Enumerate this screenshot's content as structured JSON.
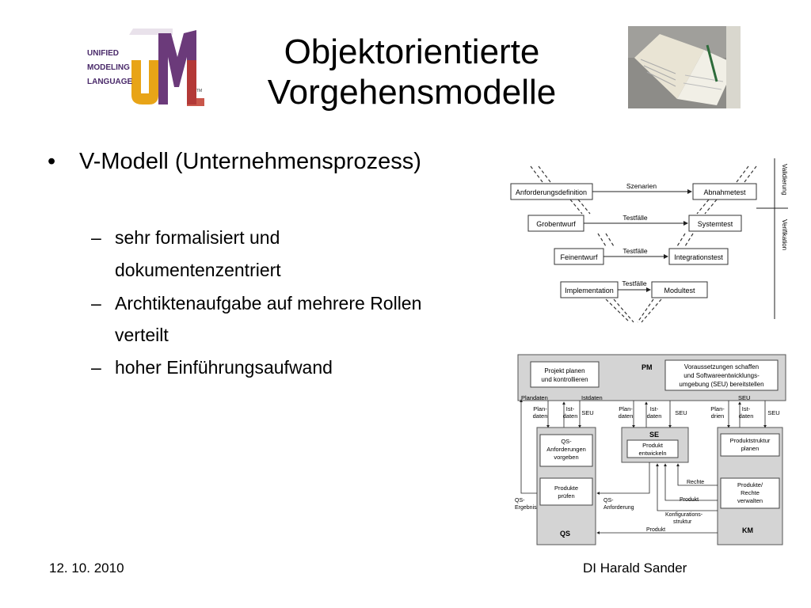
{
  "slide": {
    "title_line1": "Objektorientierte",
    "title_line2": "Vorgehensmodelle"
  },
  "logo": {
    "text_line1": "UNIFIED",
    "text_line2": "MODELING",
    "text_line3": "LANGUAGE",
    "letters": "UML",
    "tm": "TM"
  },
  "content": {
    "bullet_symbol": "•",
    "bullet": "V-Modell (Unternehmensprozess)",
    "dash_symbol": "–",
    "items": [
      {
        "line1": "sehr formalisiert und",
        "line2": "dokumentenzentriert"
      },
      {
        "line1": "Archtiktenaufgabe auf mehrere Rollen",
        "line2": "verteilt"
      },
      {
        "line1": "hoher Einführungsaufwand",
        "line2": ""
      }
    ]
  },
  "vmodel": {
    "left": [
      "Anforderungsdefinition",
      "Grobentwurf",
      "Feinentwurf",
      "Implementation"
    ],
    "right": [
      "Abnahmetest",
      "Systemtest",
      "Integrationstest",
      "Modultest"
    ],
    "arrows": [
      "Szenarien",
      "Testfälle",
      "Testfälle",
      "Testfälle"
    ],
    "side_top": "Validierung",
    "side_bottom": "Verifikation"
  },
  "process": {
    "pm_label": "PM",
    "pm_box1": [
      "Projekt planen",
      "und kontrollieren"
    ],
    "pm_box2": [
      "Voraussetzungen schaffen",
      "und Softwareentwicklungs-",
      "umgebung (SEU) bereitstellen"
    ],
    "bar_labels": [
      "Plandaten",
      "Istdaten",
      "SEU"
    ],
    "col_labels": {
      "plan": [
        "Plan-",
        "daten"
      ],
      "ist": [
        "Ist-",
        "daten"
      ],
      "seu": "SEU",
      "plan2": [
        "Plan-",
        "drien"
      ]
    },
    "qs_label": "QS",
    "qs_box1": [
      "QS-",
      "Anforderungen",
      "vorgeben"
    ],
    "qs_box2": [
      "Produkte",
      "prüfen"
    ],
    "se_label": "SE",
    "se_box": [
      "Produkt",
      "entwickeln"
    ],
    "km_label": "KM",
    "km_box1": [
      "Produktstruktur",
      "planen"
    ],
    "km_box2": [
      "Produkte/",
      "Rechte",
      "verwalten"
    ],
    "flows": {
      "qs_ergebnis": [
        "QS-",
        "Ergebnis"
      ],
      "qs_anforderung": [
        "QS-",
        "Anforderung"
      ],
      "rechte": "Rechte",
      "produkt1": "Produkt",
      "konfig": [
        "Konfigurations-",
        "struktur"
      ],
      "produkt2": "Produkt"
    }
  },
  "footer": {
    "date": "12. 10. 2010",
    "author": "DI Harald Sander"
  }
}
